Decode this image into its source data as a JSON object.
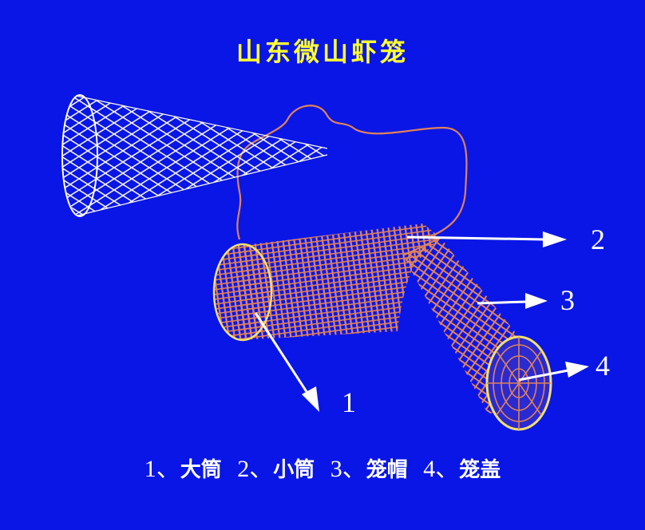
{
  "title": "山东微山虾笼",
  "callouts": {
    "big_tube": "1",
    "small_tube": "2",
    "cage_cap": "3",
    "cage_lid": "4"
  },
  "caption": {
    "items": [
      {
        "num": "1、",
        "text": "大筒"
      },
      {
        "num": "2、",
        "text": "小筒"
      },
      {
        "num": "3、",
        "text": "笼帽"
      },
      {
        "num": "4、",
        "text": "笼盖"
      }
    ]
  },
  "colors": {
    "background": "#0a16e6",
    "title": "#ffff33",
    "net": "#e0825a",
    "rim": "#f2e070",
    "cone_net": "#ffffff",
    "label": "#ffffff"
  }
}
